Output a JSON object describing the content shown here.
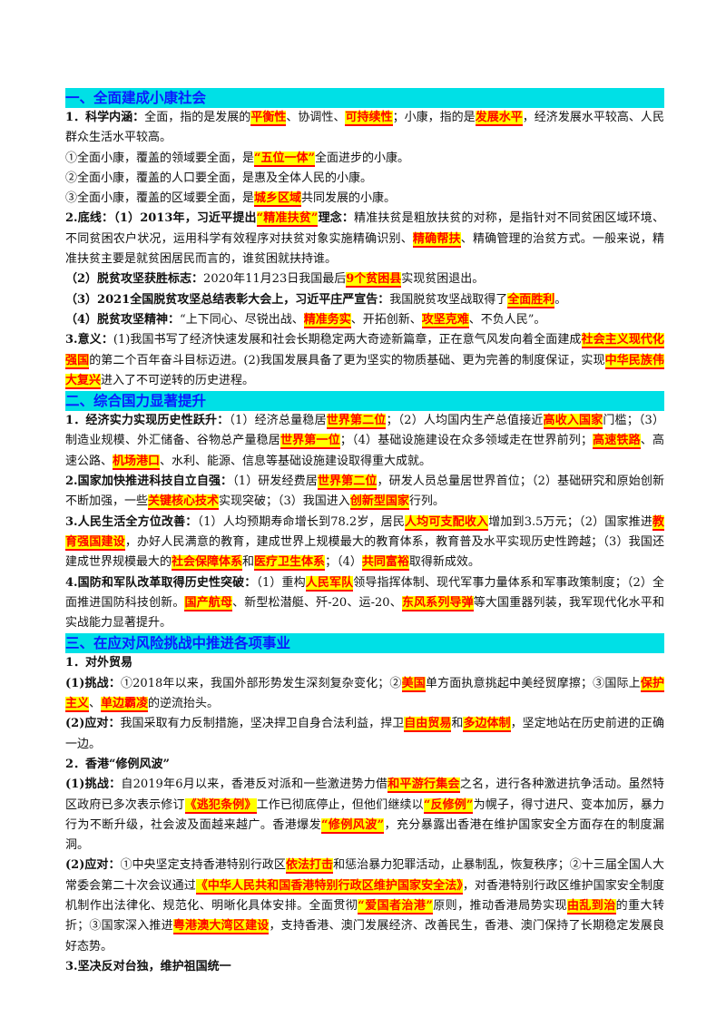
{
  "blocks": [
    {
      "type": "h",
      "segs": [
        {
          "t": "一、全面建成小康社会"
        }
      ]
    },
    {
      "type": "p",
      "segs": [
        {
          "s": "b",
          "t": "1．科学内涵："
        },
        {
          "t": "全面，指的是发展的"
        },
        {
          "s": "hl",
          "t": "平衡性"
        },
        {
          "t": "、协调性、"
        },
        {
          "s": "hl",
          "t": "可持续性"
        },
        {
          "t": "；小康，指的是"
        },
        {
          "s": "hl",
          "t": "发展水平"
        },
        {
          "t": "，经济发展水平较高、人民群众生活水平较高。"
        }
      ]
    },
    {
      "type": "p",
      "segs": [
        {
          "t": "①全面小康，覆盖的领域要全面，是"
        },
        {
          "s": "hl",
          "t": "“五位一体”"
        },
        {
          "t": "全面进步的小康。"
        }
      ]
    },
    {
      "type": "p",
      "segs": [
        {
          "t": "②全面小康，覆盖的人口要全面，是惠及全体人民的小康。"
        }
      ]
    },
    {
      "type": "p",
      "segs": [
        {
          "t": "③全面小康，覆盖的区域要全面，是"
        },
        {
          "s": "hl",
          "t": "城乡区域"
        },
        {
          "t": "共同发展的小康。"
        }
      ]
    },
    {
      "type": "p",
      "segs": [
        {
          "s": "b",
          "t": "2.底线：（1）2013年，习近平提出"
        },
        {
          "s": "hl",
          "t": "“精准扶贫”"
        },
        {
          "s": "b",
          "t": "理念："
        },
        {
          "t": "精准扶贫是粗放扶贫的对称，是指针对不同贫困区域环境、不同贫困农户状况，运用科学有效程序对扶贫对象实施精确识别、"
        },
        {
          "s": "hl",
          "t": "精确帮扶"
        },
        {
          "t": "、精确管理的治贫方式。一般来说，精准扶贫主要是就贫困居民而言的，谁贫困就扶持谁。"
        }
      ]
    },
    {
      "type": "p",
      "segs": [
        {
          "s": "b",
          "t": "（2）脱贫攻坚获胜标志："
        },
        {
          "t": "2020年11月23日我国最后"
        },
        {
          "s": "hl",
          "t": "9个贫困县"
        },
        {
          "t": "实现贫困退出。"
        }
      ]
    },
    {
      "type": "p",
      "segs": [
        {
          "s": "b",
          "t": "（3）2021全国脱贫攻坚总结表彰大会上，习近平庄严宣告："
        },
        {
          "t": "我国脱贫攻坚战取得了"
        },
        {
          "s": "hl",
          "t": "全面胜利"
        },
        {
          "t": "。"
        }
      ]
    },
    {
      "type": "p",
      "segs": [
        {
          "s": "b",
          "t": "（4）脱贫攻坚精神："
        },
        {
          "t": "“上下同心、尽锐出战、"
        },
        {
          "s": "hl",
          "t": "精准务实"
        },
        {
          "t": "、开拓创新、"
        },
        {
          "s": "hl",
          "t": "攻坚克难"
        },
        {
          "t": "、不负人民”。"
        }
      ]
    },
    {
      "type": "p",
      "segs": [
        {
          "s": "b",
          "t": "3.意义："
        },
        {
          "t": "(1)我国书写了经济快速发展和社会长期稳定两大奇迹新篇章，正在意气风发向着全面建成"
        },
        {
          "s": "hl",
          "t": "社会主义现代化强国"
        },
        {
          "t": "的第二个百年奋斗目标迈进。(2)我国发展具备了更为坚实的物质基础、更为完善的制度保证，实现"
        },
        {
          "s": "hl",
          "t": "中华民族伟大复兴"
        },
        {
          "t": "进入了不可逆转的历史进程。"
        }
      ]
    },
    {
      "type": "h",
      "segs": [
        {
          "t": "二、综合国力显著提升"
        }
      ]
    },
    {
      "type": "p",
      "segs": [
        {
          "s": "b",
          "t": "1．经济实力实现历史性跃升："
        },
        {
          "t": "（1）经济总量稳居"
        },
        {
          "s": "hl",
          "t": "世界第二位"
        },
        {
          "t": "；（2）人均国内生产总值接近"
        },
        {
          "s": "hl",
          "t": "高收入国家"
        },
        {
          "t": "门槛；（3）制造业规模、外汇储备、谷物总产量稳居"
        },
        {
          "s": "hl",
          "t": "世界第一位"
        },
        {
          "t": "；（4）基础设施建设在众多领域走在世界前列；"
        },
        {
          "s": "hl",
          "t": "高速铁路"
        },
        {
          "t": "、高速公路、"
        },
        {
          "s": "hl",
          "t": "机场港口"
        },
        {
          "t": "、水利、能源、信息等基础设施建设取得重大成就。"
        }
      ]
    },
    {
      "type": "p",
      "segs": [
        {
          "s": "b",
          "t": "2.国家加快推进科技自立自强："
        },
        {
          "t": "（1）研发经费居"
        },
        {
          "s": "hl",
          "t": "世界第二位"
        },
        {
          "t": "，研发人员总量居世界首位；（2）基础研究和原始创新不断加强，一些"
        },
        {
          "s": "hl",
          "t": "关键核心技术"
        },
        {
          "t": "实现突破；（3）我国进入"
        },
        {
          "s": "hl",
          "t": "创新型国家"
        },
        {
          "t": "行列。"
        }
      ]
    },
    {
      "type": "p",
      "segs": [
        {
          "s": "b",
          "t": "3.人民生活全方位改善："
        },
        {
          "t": "（1）人均预期寿命增长到78.2岁，居民"
        },
        {
          "s": "hl",
          "t": "人均可支配收入"
        },
        {
          "t": "增加到3.5万元；（2）国家推进"
        },
        {
          "s": "hl",
          "t": "教育强国建设"
        },
        {
          "t": "，办好人民满意的教育，建成世界上规模最大的教育体系，教育普及水平实现历史性跨越；（3）我国还建成世界规模最大的"
        },
        {
          "s": "hl",
          "t": "社会保障体系"
        },
        {
          "t": "和"
        },
        {
          "s": "hl",
          "t": "医疗卫生体系"
        },
        {
          "t": "；（4）"
        },
        {
          "s": "hl",
          "t": "共同富裕"
        },
        {
          "t": "取得新成效。"
        }
      ]
    },
    {
      "type": "p",
      "segs": [
        {
          "s": "b",
          "t": "4.国防和军队改革取得历史性突破："
        },
        {
          "t": "（1）重构"
        },
        {
          "s": "hl",
          "t": "人民军队"
        },
        {
          "t": "领导指挥体制、现代军事力量体系和军事政策制度；（2）全面推进国防科技创新。"
        },
        {
          "s": "hl",
          "t": "国产航母"
        },
        {
          "t": "、新型松潜艇、歼-20、运-20、"
        },
        {
          "s": "hl",
          "t": "东风系列导弹"
        },
        {
          "t": "等大国重器列装，我军现代化水平和实战能力显著提升。"
        }
      ]
    },
    {
      "type": "h",
      "segs": [
        {
          "t": "三、在应对风险挑战中推进各项事业"
        }
      ]
    },
    {
      "type": "p",
      "segs": [
        {
          "s": "b",
          "t": "1．对外贸易"
        }
      ]
    },
    {
      "type": "p",
      "segs": [
        {
          "s": "b",
          "t": "(1)挑战："
        },
        {
          "t": "①2018年以来，我国外部形势发生深刻复杂变化；②"
        },
        {
          "s": "hl",
          "t": "美国"
        },
        {
          "t": "单方面执意挑起中美经贸摩擦；③国际上"
        },
        {
          "s": "hl",
          "t": "保护主义"
        },
        {
          "t": "、"
        },
        {
          "s": "hl",
          "t": "单边霸凌"
        },
        {
          "t": "的逆流抬头。"
        }
      ]
    },
    {
      "type": "p",
      "segs": [
        {
          "s": "b",
          "t": "(2)应对："
        },
        {
          "t": "我国采取有力反制措施，坚决捍卫自身合法利益，捍卫"
        },
        {
          "s": "hl",
          "t": "自由贸易"
        },
        {
          "t": "和"
        },
        {
          "s": "hl",
          "t": "多边体制"
        },
        {
          "t": "，坚定地站在历史前进的正确一边。"
        }
      ]
    },
    {
      "type": "p",
      "segs": [
        {
          "s": "b",
          "t": "2．香港“修例风波”"
        }
      ]
    },
    {
      "type": "p",
      "segs": [
        {
          "s": "b",
          "t": "(1)挑战："
        },
        {
          "t": "自2019年6月以来，香港反对派和一些激进势力借"
        },
        {
          "s": "hl",
          "t": "和平游行集会"
        },
        {
          "t": "之名，进行各种激进抗争活动。虽然特区政府已多次表示修订"
        },
        {
          "s": "hl",
          "t": "《逃犯条例》"
        },
        {
          "t": "工作已彻底停止，但他们继续以"
        },
        {
          "s": "hl",
          "t": "“反修例”"
        },
        {
          "t": "为幌子，得寸进尺、变本加厉，暴力行为不断升级，社会波及面越来越广。香港爆发"
        },
        {
          "s": "hl",
          "t": "“修例风波”"
        },
        {
          "t": "，充分暴露出香港在维护国家安全方面存在的制度漏洞。"
        }
      ]
    },
    {
      "type": "p",
      "segs": [
        {
          "s": "b",
          "t": "(2)应对："
        },
        {
          "t": "①中央坚定支持香港特别行政区"
        },
        {
          "s": "hl",
          "t": "依法打击"
        },
        {
          "t": "和惩治暴力犯罪活动，止暴制乱，恢复秩序；②十三届全国人大常委会第二十次会议通过"
        },
        {
          "s": "hl",
          "t": "《中华人民共和国香港特别行政区维护国家安全法》"
        },
        {
          "t": "，对香港特别行政区维护国家安全制度机制作出法律化、规范化、明晰化具体安排。全面贯彻"
        },
        {
          "s": "hl",
          "t": "“爱国者治港”"
        },
        {
          "t": "原则，推动香港局势实现"
        },
        {
          "s": "hl",
          "t": "由乱到治"
        },
        {
          "t": "的重大转折；③国家深入推进"
        },
        {
          "s": "hl",
          "t": "粤港澳大湾区建设"
        },
        {
          "t": "，支持香港、澳门发展经济、改善民生，香港、澳门保持了长期稳定发展良好态势。"
        }
      ]
    },
    {
      "type": "p",
      "segs": [
        {
          "s": "b",
          "t": "3.坚决反对台独，维护祖国统一"
        }
      ]
    }
  ]
}
